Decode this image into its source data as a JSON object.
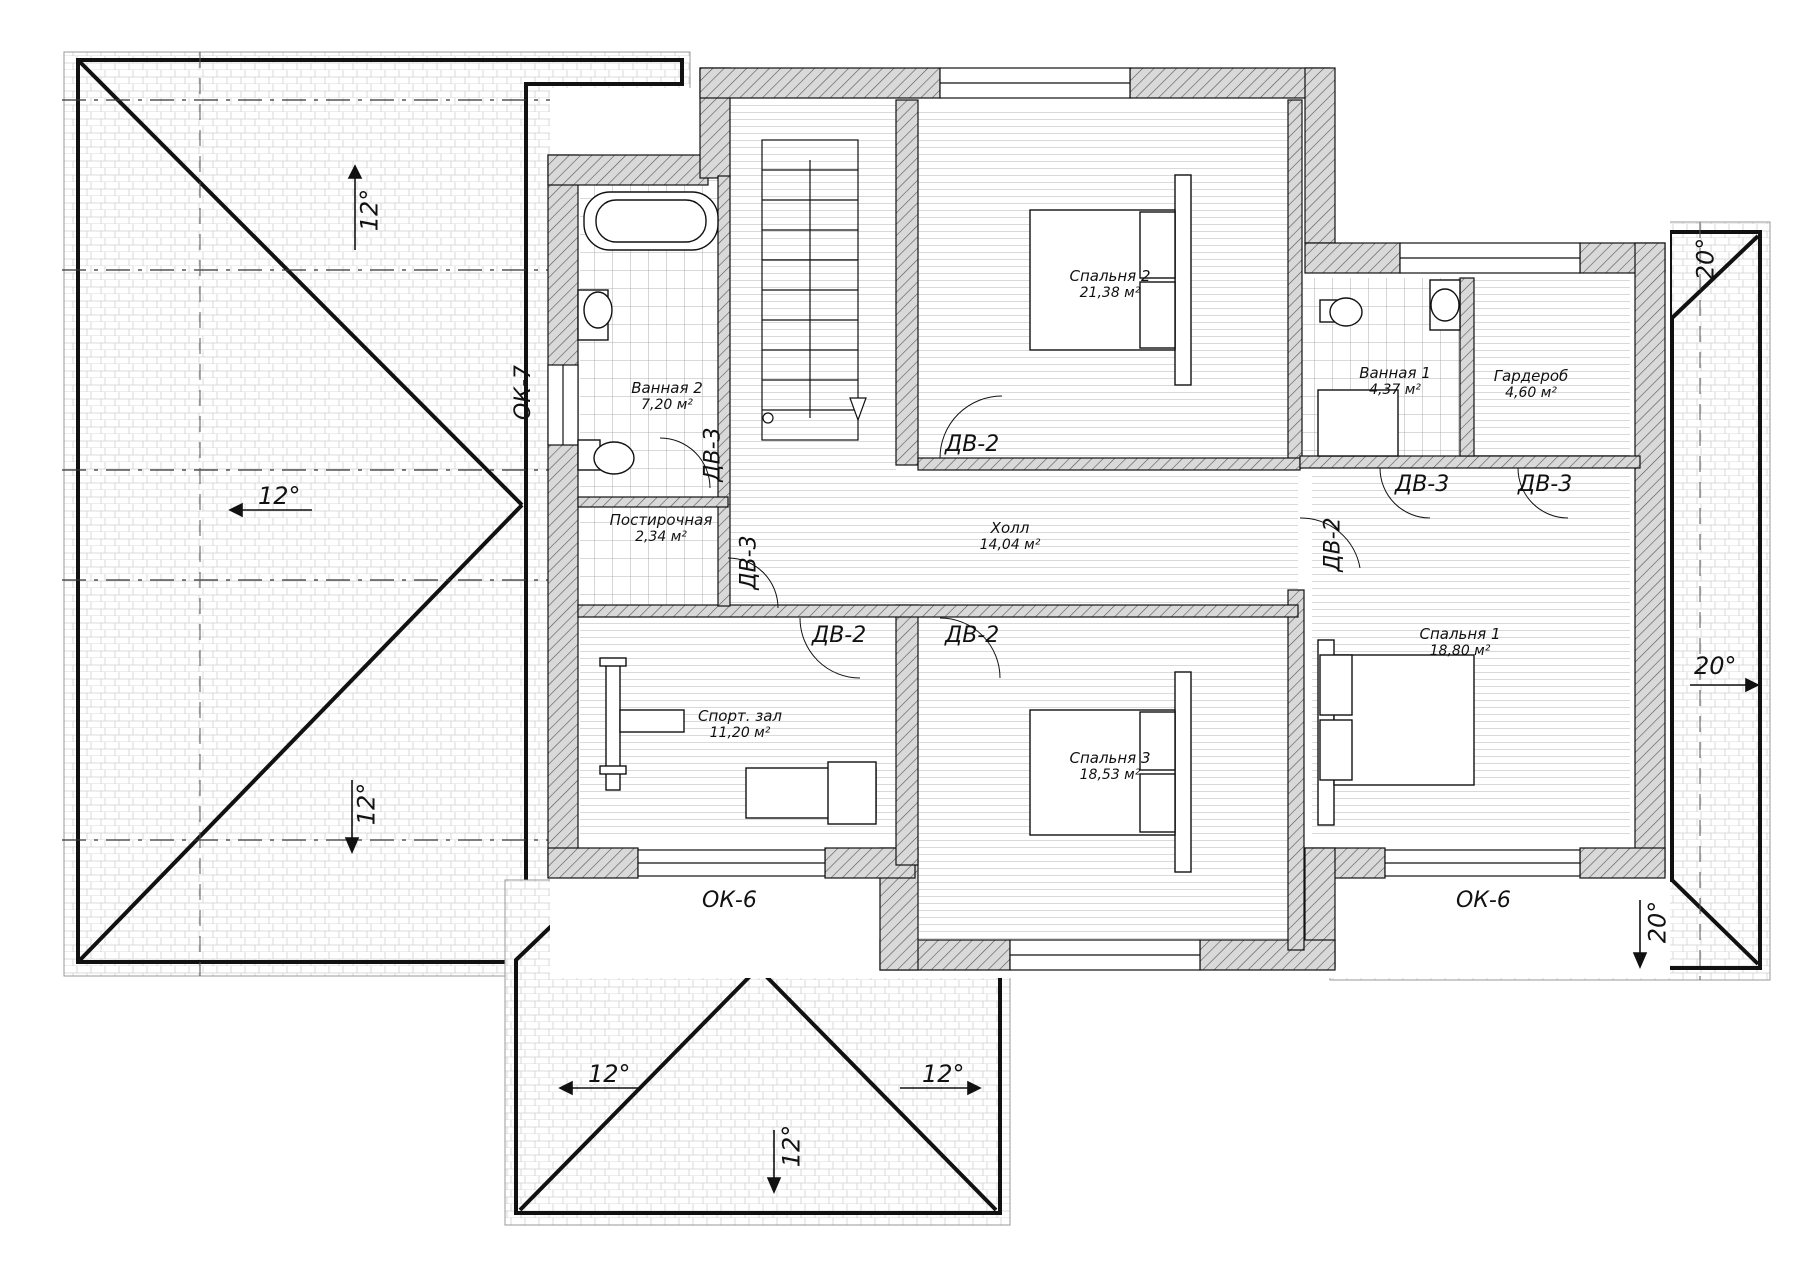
{
  "rooms": [
    {
      "id": "bedroom-2",
      "name": "Спальня 2",
      "area": "21,38 м²"
    },
    {
      "id": "bathroom-2",
      "name": "Ванная 2",
      "area": "7,20 м²"
    },
    {
      "id": "laundry",
      "name": "Постирочная",
      "area": "2,34 м²"
    },
    {
      "id": "hall",
      "name": "Холл",
      "area": "14,04 м²"
    },
    {
      "id": "bathroom-1",
      "name": "Ванная 1",
      "area": "4,37 м²"
    },
    {
      "id": "wardrobe",
      "name": "Гардероб",
      "area": "4,60 м²"
    },
    {
      "id": "bedroom-1",
      "name": "Спальня 1",
      "area": "18,80 м²"
    },
    {
      "id": "gym",
      "name": "Спорт. зал",
      "area": "11,20 м²"
    },
    {
      "id": "bedroom-3",
      "name": "Спальня 3",
      "area": "18,53 м²"
    }
  ],
  "doors": {
    "dv2": "ДВ-2",
    "dv3": "ДВ-3"
  },
  "windows": {
    "ok6": "ОК-6",
    "ok7": "ОК-7"
  },
  "slopes": {
    "twelve": "12°",
    "twenty": "20°"
  },
  "colors": {
    "wall": "#8a8a8a",
    "line": "#111111",
    "roof_hatch": "#c8c8c8"
  }
}
